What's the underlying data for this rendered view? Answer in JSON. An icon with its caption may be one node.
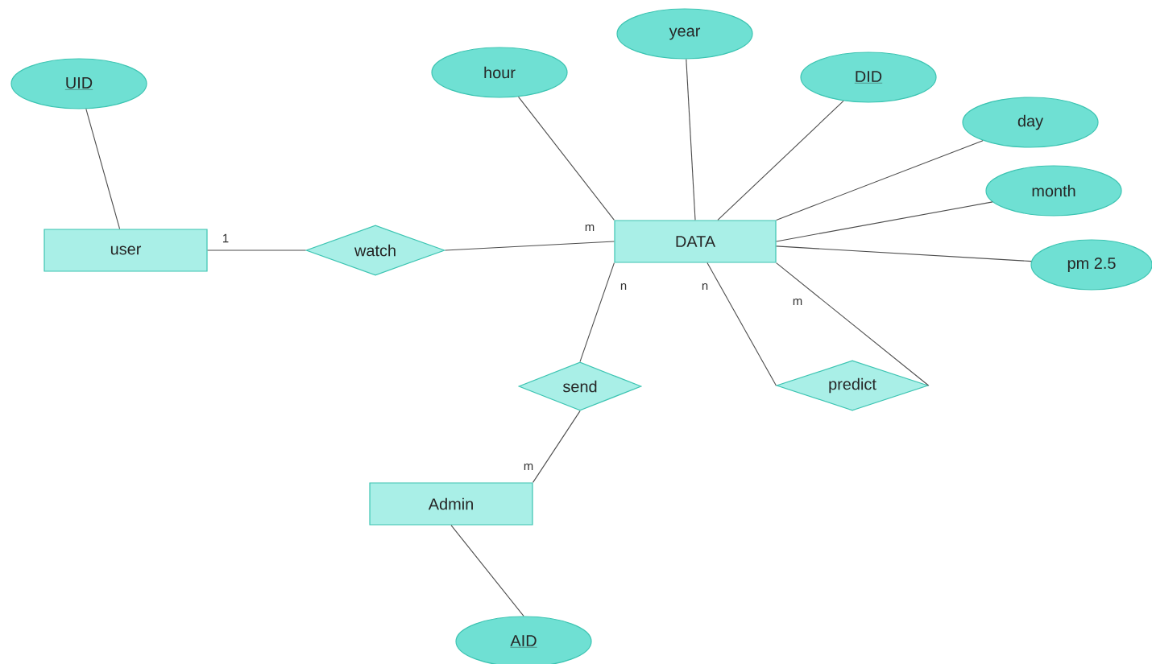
{
  "diagram": {
    "nodes": [
      {
        "text": [
          "UID"
        ]
      },
      {
        "text": [
          "user"
        ]
      },
      {
        "text": [
          "watch"
        ]
      },
      {
        "text": [
          "DATA"
        ]
      },
      {
        "text": [
          "hour"
        ]
      },
      {
        "text": [
          "year"
        ]
      },
      {
        "text": [
          "DID"
        ]
      },
      {
        "text": [
          "day"
        ]
      },
      {
        "text": [
          "month"
        ]
      },
      {
        "text": [
          "pm 2.5"
        ]
      },
      {
        "text": [
          "send"
        ]
      },
      {
        "text": [
          "predict"
        ]
      },
      {
        "text": [
          "Admin"
        ]
      },
      {
        "text": [
          "AID"
        ]
      }
    ],
    "edges": [
      {
        "from": 0,
        "to": 1,
        "arrow": "none"
      },
      {
        "from": 1,
        "to": 2,
        "arrow": "none",
        "label": "1"
      },
      {
        "from": 2,
        "to": 3,
        "arrow": "none",
        "label": "m"
      },
      {
        "from": 3,
        "to": 4,
        "arrow": "none"
      },
      {
        "from": 3,
        "to": 5,
        "arrow": "none"
      },
      {
        "from": 3,
        "to": 6,
        "arrow": "none"
      },
      {
        "from": 3,
        "to": 7,
        "arrow": "none"
      },
      {
        "from": 3,
        "to": 8,
        "arrow": "none"
      },
      {
        "from": 3,
        "to": 9,
        "arrow": "none"
      },
      {
        "from": 3,
        "to": 10,
        "arrow": "none",
        "label": "n"
      },
      {
        "from": 3,
        "to": 11,
        "arrow": "none",
        "label": "n"
      },
      {
        "from": 3,
        "to": 11,
        "arrow": "none",
        "label": "m"
      },
      {
        "from": 10,
        "to": 12,
        "arrow": "none",
        "label": "m"
      },
      {
        "from": 12,
        "to": 13,
        "arrow": "none"
      }
    ]
  }
}
